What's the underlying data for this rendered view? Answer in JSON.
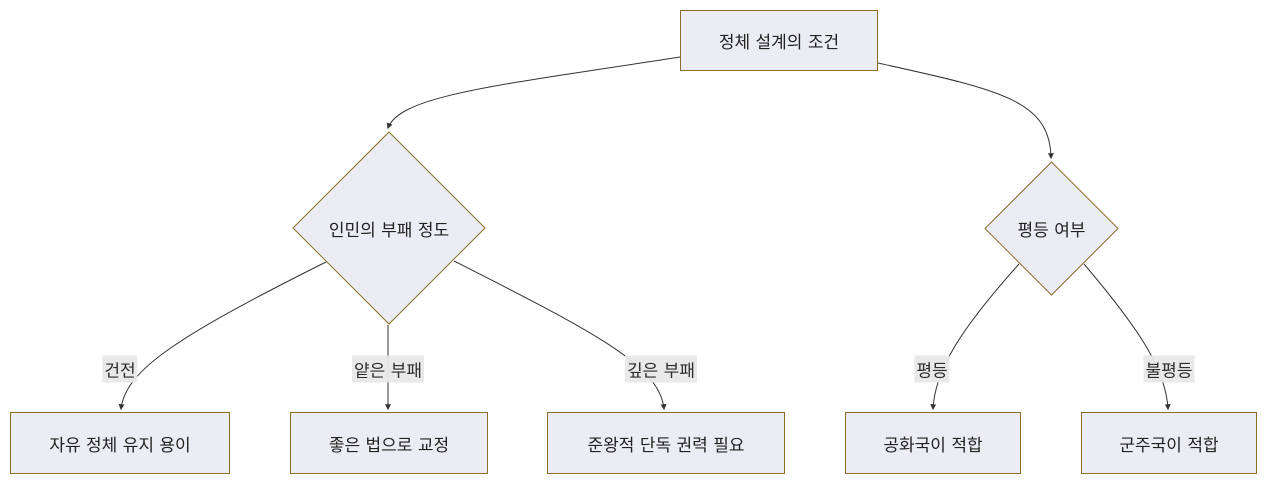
{
  "nodes": {
    "root": "정체 설계의 조건",
    "corruption": "인민의 부패 정도",
    "equality": "평등 여부",
    "free_polity": "자유 정체 유지 용이",
    "good_laws": "좋은 법으로 교정",
    "quasi_royal": "준왕적 단독 권력 필요",
    "republic": "공화국이 적합",
    "monarchy": "군주국이 적합"
  },
  "edge_labels": {
    "sound": "건전",
    "shallow": "얕은 부패",
    "deep": "깊은 부패",
    "equal": "평등",
    "unequal": "불평등"
  },
  "colors": {
    "node_fill": "#ececf4",
    "node_border": "#8a6d2a",
    "edge": "#333333",
    "label_bg": "#e8e8e8"
  }
}
